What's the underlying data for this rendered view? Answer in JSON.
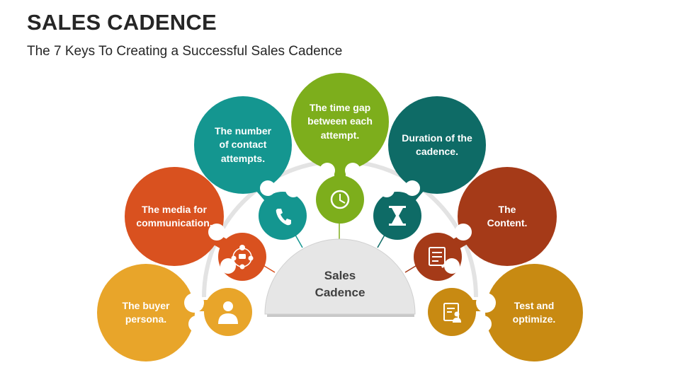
{
  "slide": {
    "title": "SALES CADENCE",
    "subtitle": "The 7 Keys To Creating a Successful Sales Cadence"
  },
  "center": {
    "line1": "Sales",
    "line2": "Cadence",
    "color": "#E6E6E6"
  },
  "keys": [
    {
      "text": "The buyer persona.",
      "icon": "user-icon",
      "color": "#E8A52A"
    },
    {
      "text": "The media for communication.",
      "icon": "people-network-icon",
      "color": "#D9511F"
    },
    {
      "text": "The number of contact attempts.",
      "icon": "phone-icon",
      "color": "#149690"
    },
    {
      "text": "The time gap between each attempt.",
      "icon": "clock-icon",
      "color": "#7DAE1C"
    },
    {
      "text": "Duration of the cadence.",
      "icon": "hourglass-icon",
      "color": "#0E6B66"
    },
    {
      "text": "The Content.",
      "icon": "document-edit-icon",
      "color": "#A53A18"
    },
    {
      "text": "Test and optimize.",
      "icon": "checklist-user-icon",
      "color": "#C88A12"
    }
  ]
}
